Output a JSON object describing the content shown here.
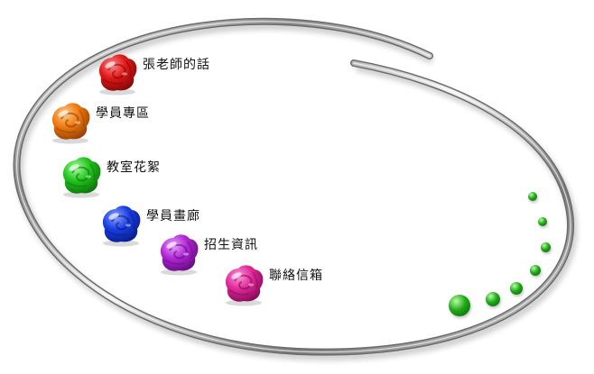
{
  "menu": {
    "items": [
      {
        "key": "teacher",
        "label": "張老師的話",
        "color": "#e01818",
        "dark": "#7a0606",
        "light": "#ff8a8a"
      },
      {
        "key": "students",
        "label": "學員專區",
        "color": "#f07a12",
        "dark": "#8a3a00",
        "light": "#ffd08a"
      },
      {
        "key": "flowers",
        "label": "教室花絮",
        "color": "#22c41e",
        "dark": "#0a6a08",
        "light": "#a8ff9c"
      },
      {
        "key": "gallery",
        "label": "學員畫廊",
        "color": "#1a3de0",
        "dark": "#061a80",
        "light": "#8aa4ff"
      },
      {
        "key": "admission",
        "label": "招生資訊",
        "color": "#b326d6",
        "dark": "#5a0a78",
        "light": "#eaa4ff"
      },
      {
        "key": "contact",
        "label": "聯絡信箱",
        "color": "#e0289a",
        "dark": "#7a0650",
        "light": "#ff9ad8"
      }
    ]
  },
  "decor": {
    "dot_color": "#1fa81a",
    "ring_color": "#9a9a9a"
  }
}
